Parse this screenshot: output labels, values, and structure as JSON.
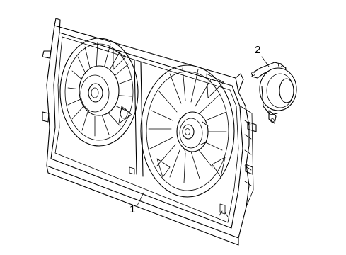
{
  "diagram": {
    "callouts": [
      {
        "label": "1",
        "part": "fan-shroud-assembly"
      },
      {
        "label": "2",
        "part": "fan-motor"
      }
    ],
    "line_color": "#000000",
    "background_color": "#ffffff"
  }
}
